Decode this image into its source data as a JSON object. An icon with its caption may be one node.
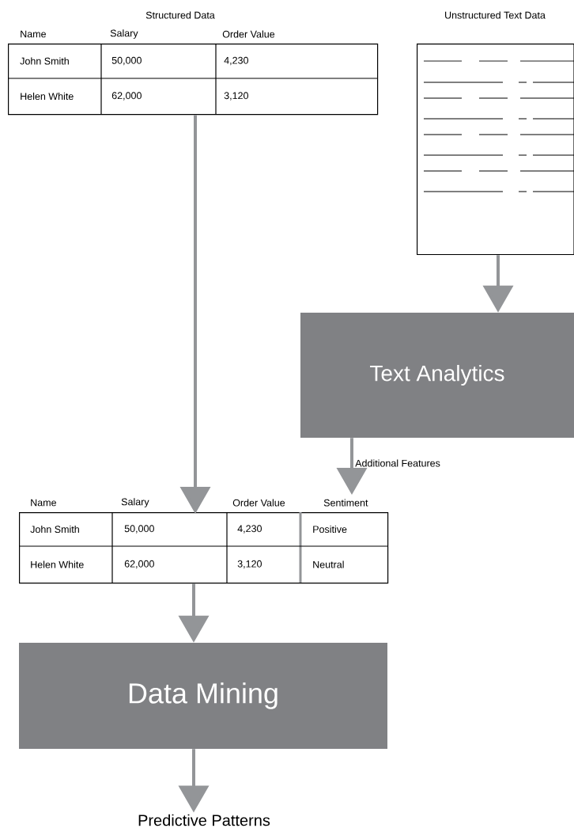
{
  "diagram": {
    "nodes": [
      {
        "text": [
          "Structured Data",
          "Name",
          "Salary",
          "Order Value",
          "John Smith",
          "50,000",
          "4,230",
          "Helen White",
          "62,000",
          "3,120"
        ]
      },
      {
        "text": [
          "Unstructured Text Data"
        ]
      },
      {
        "text": [
          "Text Analytics"
        ]
      },
      {
        "text": [
          "Name",
          "Salary",
          "Order Value",
          "Sentiment",
          "John Smith",
          "50,000",
          "4,230",
          "Positive",
          "Helen White",
          "62,000",
          "3,120",
          "Neutral"
        ]
      },
      {
        "text": [
          "Data Mining"
        ]
      },
      {
        "text": [
          "Predictive Patterns"
        ]
      }
    ],
    "edges": [
      {
        "from": 0,
        "to": 3,
        "arrow": "to"
      },
      {
        "from": 2,
        "to": 3,
        "arrow": "to",
        "label": "Additional Features"
      },
      {
        "from": 1,
        "to": 2,
        "arrow": "to"
      },
      {
        "from": 3,
        "to": 4,
        "arrow": "to"
      },
      {
        "from": 4,
        "to": 5,
        "arrow": "to"
      }
    ]
  }
}
